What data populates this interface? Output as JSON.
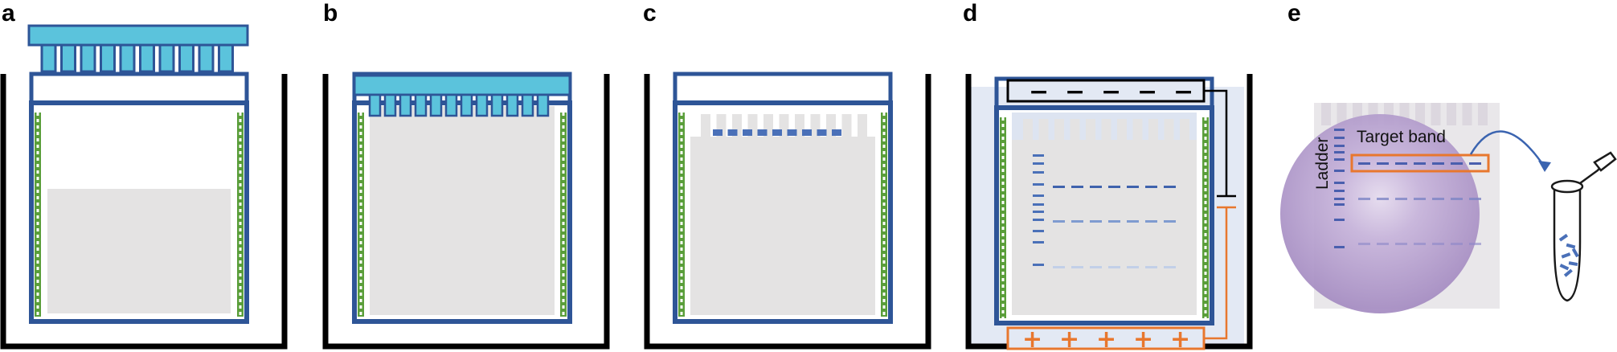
{
  "panels": {
    "a": {
      "label": "a"
    },
    "b": {
      "label": "b"
    },
    "c": {
      "label": "c"
    },
    "d": {
      "label": "d",
      "cathode_signs": [
        "−",
        "−",
        "−",
        "−",
        "−"
      ],
      "anode_signs": [
        "+",
        "+",
        "+",
        "+",
        "+"
      ]
    },
    "e": {
      "label": "e",
      "ladder_label": "Ladder",
      "target_label": "Target band"
    }
  },
  "colors": {
    "frame_blue": "#2e5597",
    "comb_fill": "#5bc3dc",
    "gel_gray": "#e4e3e3",
    "spacer_green": "#5a9e3a",
    "band_blue": "#4a70b8",
    "anode_orange": "#e8772e",
    "buffer_tint": "#e3e9f4",
    "uv_purple": "#a58ac0"
  }
}
